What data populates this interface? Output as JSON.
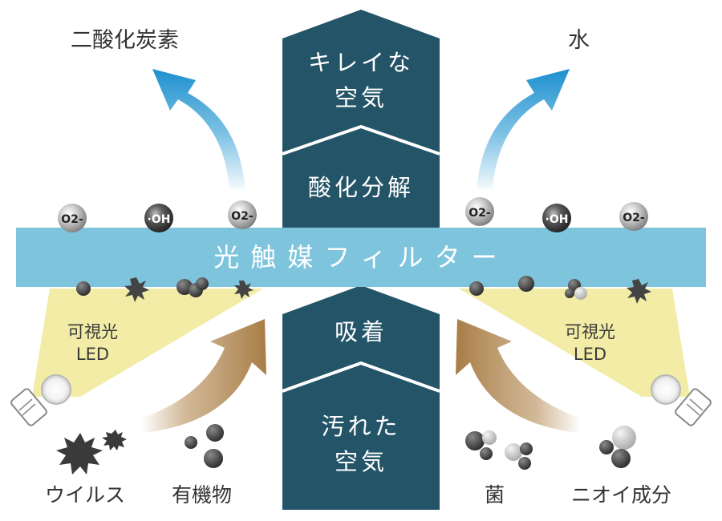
{
  "labels": {
    "co2": "二酸化炭素",
    "water": "水",
    "clean_air": [
      "キレイな",
      "空気"
    ],
    "decomposition": "酸化分解",
    "filter": "光触媒フィルター",
    "adsorption": "吸着",
    "dirty_air": [
      "汚れた",
      "空気"
    ],
    "led_left": [
      "可視光",
      "LED"
    ],
    "led_right": [
      "可視光",
      "LED"
    ],
    "virus": "ウイルス",
    "organic": "有機物",
    "bacteria": "菌",
    "odor": "ニオイ成分"
  },
  "molecules": {
    "o2": "O2-",
    "oh": "·OH"
  },
  "colors": {
    "filter": "#7ec4dc",
    "column": "#245468",
    "light": "#f2eca6",
    "arrow_blue": "#2a9ad2",
    "arrow_gold": "#b48a55",
    "text": "#333333"
  }
}
